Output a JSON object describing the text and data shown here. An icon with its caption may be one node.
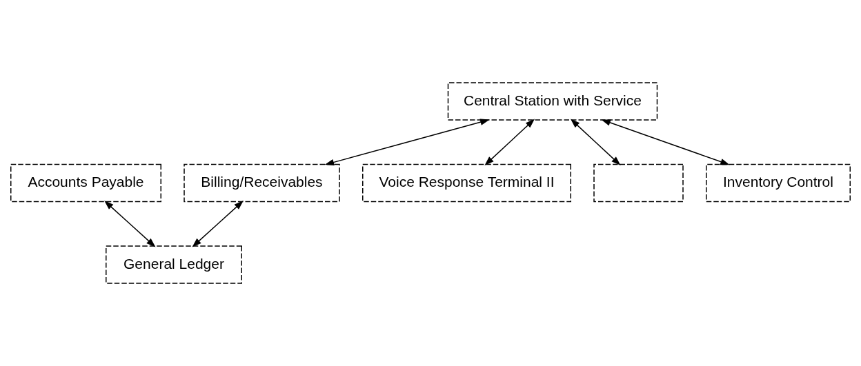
{
  "diagram": {
    "nodes": [
      {
        "text": [
          "Central Station with Service"
        ]
      },
      {
        "text": [
          "Accounts Payable"
        ]
      },
      {
        "text": [
          "Billing/Receivables"
        ]
      },
      {
        "text": [
          "Voice Response Terminal II"
        ]
      },
      {
        "text": [],
        "shape": "box"
      },
      {
        "text": [
          "Inventory Control"
        ]
      },
      {
        "text": [
          "General Ledger"
        ]
      }
    ],
    "edges": [
      {
        "from": 0,
        "to": 2,
        "arrow": "both"
      },
      {
        "from": 0,
        "to": 3,
        "arrow": "both"
      },
      {
        "from": 0,
        "to": 4,
        "arrow": "both"
      },
      {
        "from": 0,
        "to": 5,
        "arrow": "both"
      },
      {
        "from": 1,
        "to": 6,
        "arrow": "both"
      },
      {
        "from": 2,
        "to": 6,
        "arrow": "both"
      }
    ]
  }
}
